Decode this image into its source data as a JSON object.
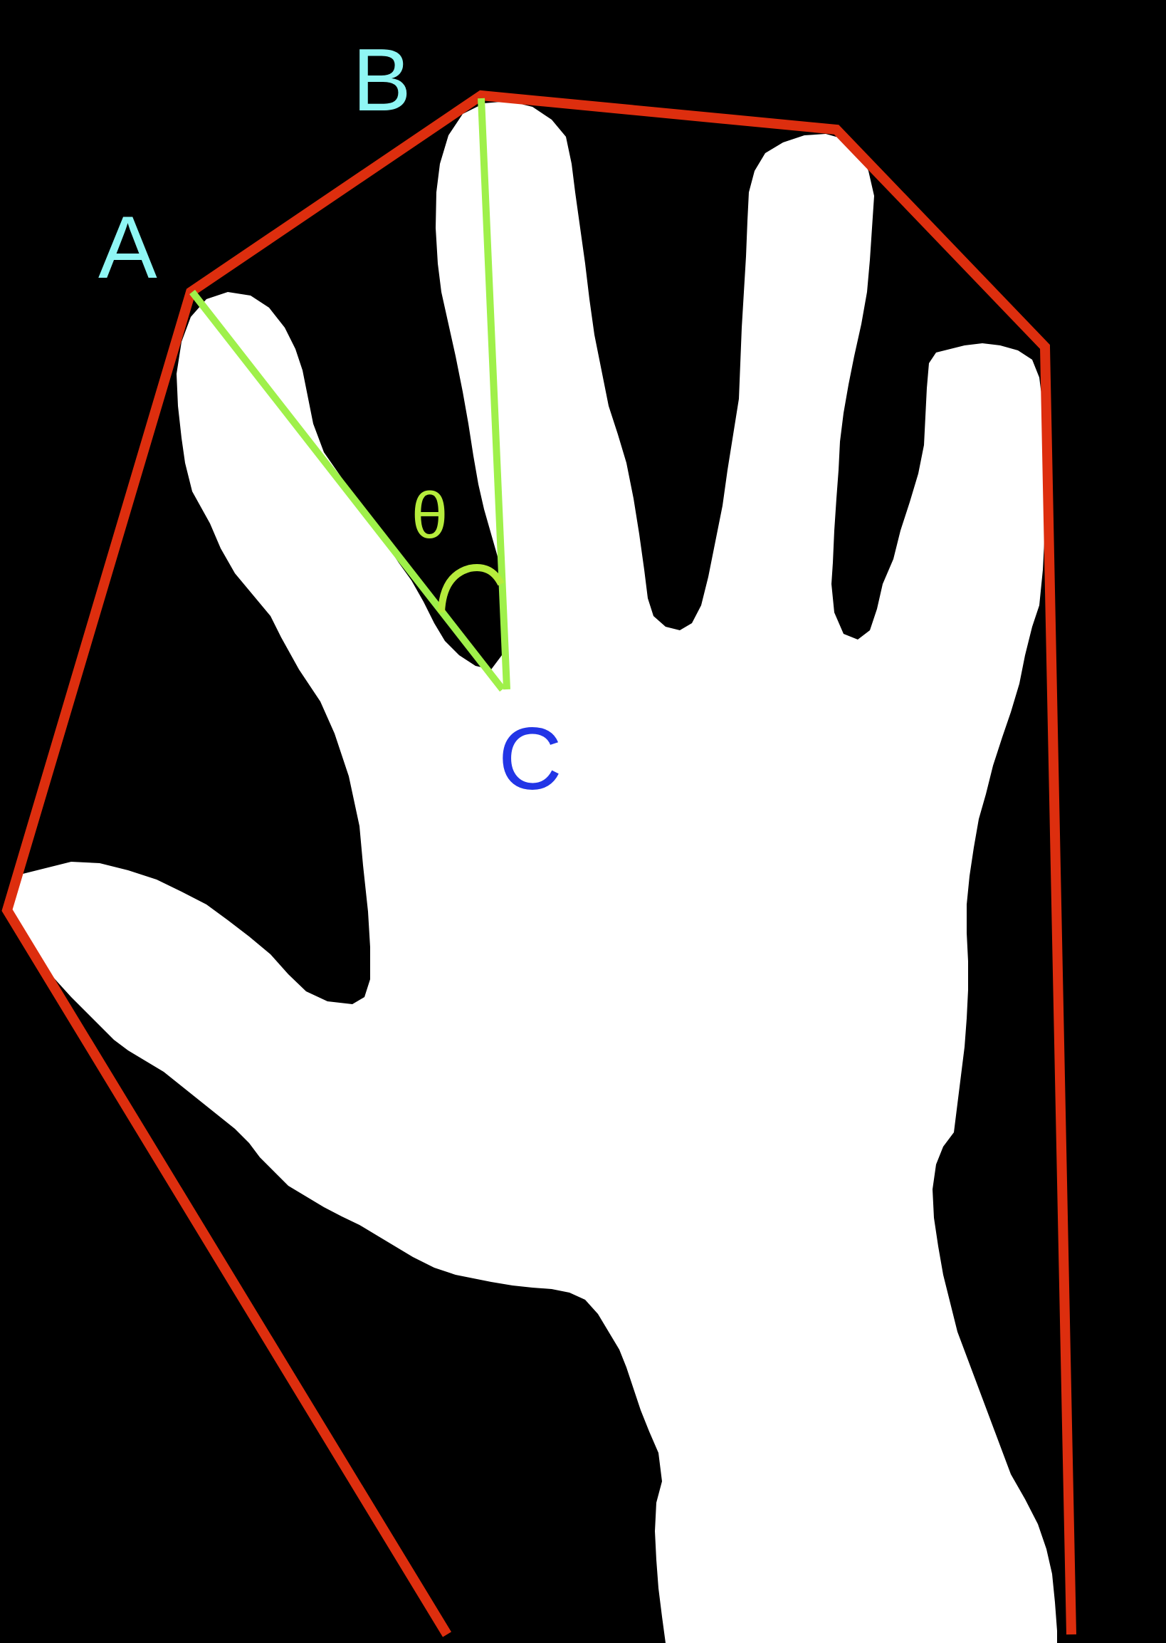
{
  "labels": {
    "point_a": "A",
    "point_b": "B",
    "point_c": "C",
    "angle": "θ"
  },
  "colors": {
    "background": "#000000",
    "hand_silhouette": "#ffffff",
    "convex_hull": "#dd2e0e",
    "angle_lines": "#9ff04a",
    "label_a_b": "#8ff6f4",
    "label_c": "#2235e6",
    "label_theta": "#b6ec3c"
  },
  "figure": {
    "description_shown": false,
    "elements": [
      "hand-silhouette",
      "convex-hull",
      "angle-lines",
      "angle-arc"
    ]
  }
}
